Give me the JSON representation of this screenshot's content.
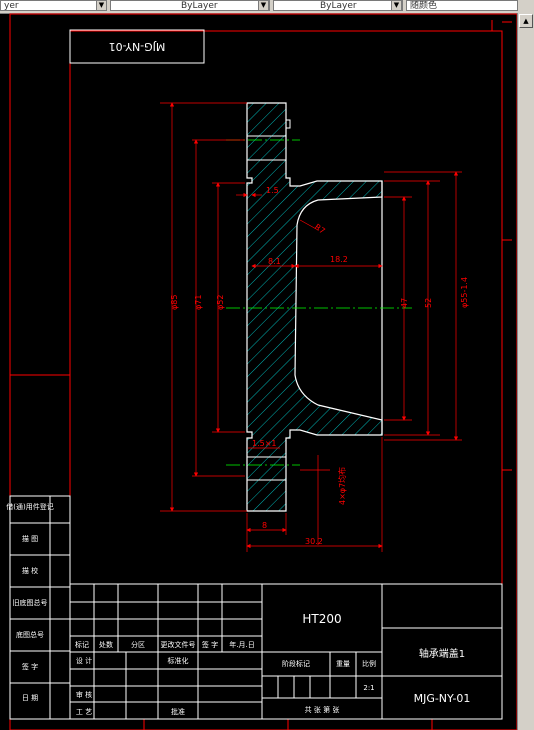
{
  "toolbar": {
    "field1_value": "yer",
    "field2_value": "ByLayer",
    "field3_value": "ByLayer",
    "field4_value": "随颜色"
  },
  "drawing": {
    "code_box": "MJG-NY-01",
    "dims": {
      "d1": "1.5",
      "d2": "R7",
      "d3": "8.1",
      "d4": "18.2",
      "d5": "φ85",
      "d6": "φ71",
      "d7": "φ52",
      "d8": "47",
      "d9": "52",
      "d10": "φ55-1.4",
      "d11": "1.5×1",
      "d12": "8",
      "d13": "30.2",
      "d14": "4×φ7均布"
    }
  },
  "side_labels": [
    "借(通)用件登记",
    "描 图",
    "描 校",
    "旧底图总号",
    "底图总号",
    "签 字",
    "日 期"
  ],
  "title_block": {
    "material": "HT200",
    "part_name": "轴承端盖1",
    "drawing_no": "MJG-NY-01",
    "scale_header": "比例",
    "weight_header": "重量",
    "stage_header": "阶段标记",
    "scale_value": "2:1",
    "sheets": "共 张 第 张",
    "signers": {
      "marker": "标记",
      "count": "处数",
      "zone": "分区",
      "change_doc": "更改文件号",
      "sign": "签 字",
      "date": "年.月.日",
      "design": "设 计",
      "standardize": "标准化",
      "review": "审 核",
      "process": "工 艺",
      "approve": "批准"
    }
  }
}
